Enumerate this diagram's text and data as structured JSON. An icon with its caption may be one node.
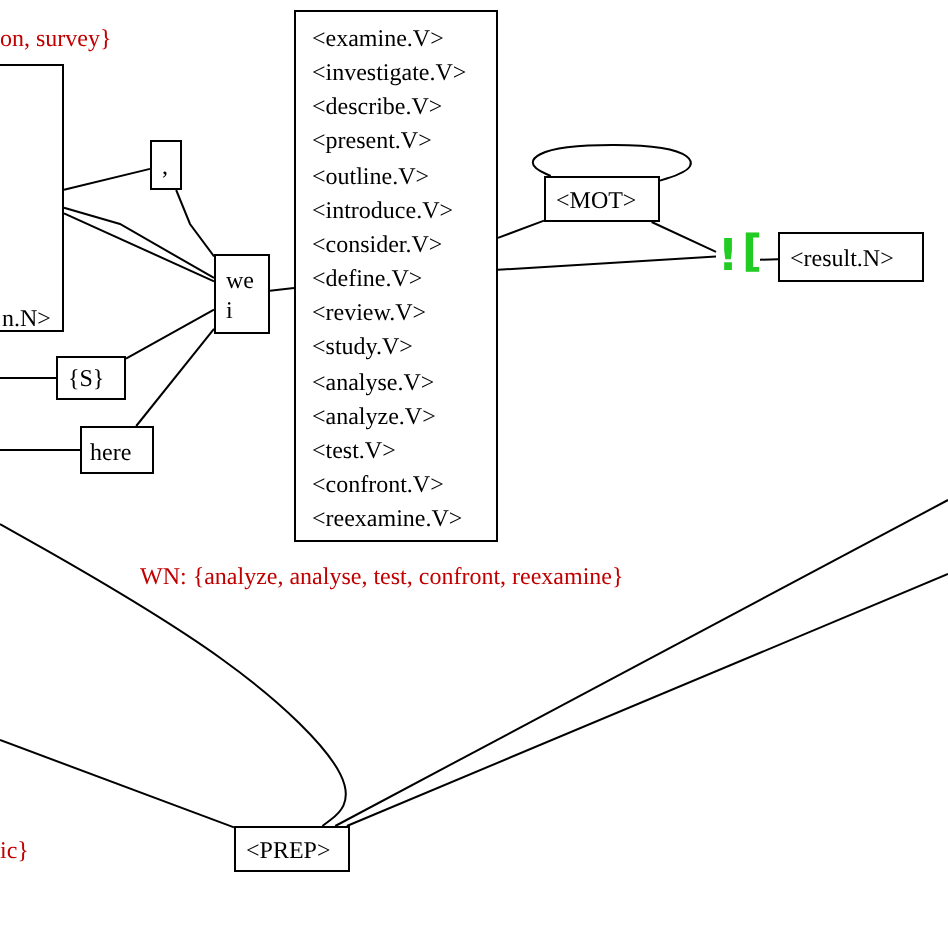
{
  "diagram": {
    "nodes": [
      {
        "text": [
          "n.N>"
        ]
      },
      {
        "text": [
          ","
        ]
      },
      {
        "text": [
          "{S}"
        ]
      },
      {
        "text": [
          "here"
        ]
      },
      {
        "text": [
          "we",
          "i"
        ]
      },
      {
        "text": [
          "<examine.V>",
          "<investigate.V>",
          "<describe.V>",
          "<present.V>",
          "<outline.V>",
          "<introduce.V>",
          "<consider.V>",
          "<define.V>",
          "<review.V>",
          "<study.V>",
          "<analyse.V>",
          "<analyze.V>",
          "<test.V>",
          "<confront.V>",
          "<reexamine.V>"
        ]
      },
      {
        "text": [
          "<MOT>"
        ]
      },
      {
        "text": [
          "!"
        ]
      },
      {
        "text": [
          "["
        ]
      },
      {
        "text": [
          "<result.N>"
        ]
      },
      {
        "text": [
          "<PREP>"
        ]
      }
    ],
    "edges": [
      {
        "from": 0,
        "to": 1,
        "arrow": "none"
      },
      {
        "from": 0,
        "to": 4,
        "arrow": "none"
      },
      {
        "from": 0,
        "to": 4,
        "arrow": "none"
      },
      {
        "from": 1,
        "to": 4,
        "arrow": "none"
      },
      {
        "from": 2,
        "to": 4,
        "arrow": "none"
      },
      {
        "from": 3,
        "to": 4,
        "arrow": "none"
      },
      {
        "from": null,
        "to": 2,
        "arrow": "none"
      },
      {
        "from": null,
        "to": 3,
        "arrow": "none"
      },
      {
        "from": 4,
        "to": 5,
        "arrow": "none"
      },
      {
        "from": 5,
        "to": 6,
        "arrow": "none"
      },
      {
        "from": 5,
        "to": 7,
        "arrow": "none"
      },
      {
        "from": 6,
        "to": 7,
        "arrow": "none"
      },
      {
        "from": 6,
        "to": 6,
        "arrow": "none"
      },
      {
        "from": 8,
        "to": 9,
        "arrow": "none"
      },
      {
        "from": null,
        "to": 10,
        "arrow": "none"
      },
      {
        "from": null,
        "to": 10,
        "arrow": "none"
      },
      {
        "from": 10,
        "to": null,
        "arrow": "none"
      },
      {
        "from": 10,
        "to": null,
        "arrow": "none"
      }
    ],
    "labels": [
      "on, survey}",
      "WN: {analyze, analyse, test, confront, reexamine}",
      "ic}"
    ]
  }
}
